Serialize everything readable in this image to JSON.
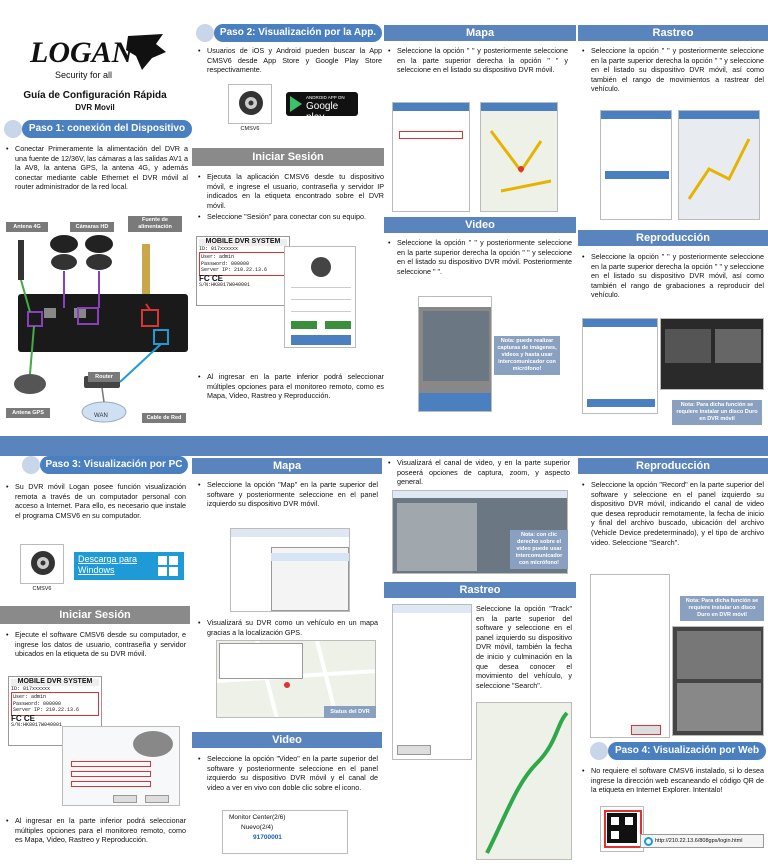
{
  "brand": {
    "logo_text": "LOGAN",
    "tagline": "Security for all",
    "title": "Guía de Configuración Rápida",
    "subtitle": "DVR Movil"
  },
  "step1": {
    "title": "Paso 1: conexión del Dispositivo",
    "text": "Conectar Primeramente la alimentación del DVR a una fuente de 12/36V, las cámaras a las salidas AV1 a la AV8, la antena GPS, la antena 4G, y además conectar mediante cable Ethernet el DVR móvil al router administrador de la red local.",
    "labels": {
      "antena4g": "Antena 4G",
      "camaras": "Cámaras HD",
      "fuente": "Fuente de alimentación",
      "router": "Router",
      "antena_gps": "Antena GPS",
      "wan": "WAN",
      "cable": "Cable de Red"
    }
  },
  "step2": {
    "title": "Paso 2: Visualización por la App.",
    "text": "Usuarios de iOS y Android pueden buscar la App CMSV6 desde App Store y Google Play Store respectivamente.",
    "app_label": "CMSV6",
    "play_small": "ANDROID APP ON",
    "play_big": "Google play"
  },
  "login_app": {
    "title": "Iniciar Sesión",
    "items": [
      "Ejecuta la aplicación CMSV6 desde tu dispositivo móvil, e ingrese el usuario, contraseña y servidor IP indicados en la etiqueta encontrado sobre el DVR móvil.",
      "Seleccione \"Sesión\" para conectar con su equipo."
    ],
    "after": "Al ingresar en la parte inferior podrá seleccionar múltiples opciones para el monitoreo remoto, como es Mapa, Video, Rastreo y Reproducción."
  },
  "sticker": {
    "title": "MOBILE DVR SYSTEM",
    "id": "ID: 017xxxxxx",
    "user": "User: admin",
    "pass": "Password: 000000",
    "server": "Server IP: 210.22.13.6",
    "sn": "S/N:HK8017W040001"
  },
  "mapa_app": {
    "title": "Mapa",
    "text": "Seleccione la opción \" \" y posteriormente seleccione en la parte superior derecha la opción \" \" y seleccione en el listado su dispositivo DVR móvil."
  },
  "rastreo_app": {
    "title": "Rastreo",
    "text": "Seleccione la opción \" \" y posteriormente seleccione en la parte superior derecha la opción \" \" y seleccione en el listado su dispositivo DVR móvil, así como también el rango de movimientos a rastrear del vehículo."
  },
  "video_app": {
    "title": "Video",
    "text": "Seleccione la opción \" \" y posteriormente seleccione en la parte superior derecha la opción \" \" y seleccione en el listado su dispositivo DVR móvil. Posteriormente seleccione \" \".",
    "note": "Nota: puede realizar capturas de imágenes, videos y hasta usar intercomunicador con micrófono!"
  },
  "repro_app": {
    "title": "Reproducción",
    "text": "Seleccione la opción \" \" y posteriormente seleccione en la parte superior derecha la opción \" \" y seleccione en el listado su dispositivo DVR móvil, así como también el rango de grabaciones a reproducir del vehículo.",
    "note": "Nota: Para dicha función se requiere instalar un disco Duro en DVR móvil"
  },
  "step3": {
    "title": "Paso 3: Visualización por PC",
    "text": "Su DVR móvil Logan posee función visualización remota a través de un computador personal con acceso a Internet. Para ello, es necesario que instale el programa CMSV6 en su computador.",
    "download": "Descarga para Windows",
    "app_label": "CMSV6"
  },
  "login_pc": {
    "title": "Iniciar Sesión",
    "item": "Ejecute el software CMSV6 desde su computador, e ingrese los datos de usuario, contraseña y servidor ubicados en la etiqueta de su DVR móvil.",
    "after": "Al ingresar en la parte inferior podrá seleccionar múltiples opciones para el monitoreo remoto, como es Mapa, Video, Rastreo y Reproducción."
  },
  "mapa_pc": {
    "title": "Mapa",
    "text": "Seleccione la opción \"Map\" en la parte superior del software y posteriormente seleccione en el panel izquierdo su dispositivo DVR móvil.",
    "text2": "Visualizará su DVR como un vehículo en un mapa gracias a la localización GPS.",
    "status": "Status del DVR"
  },
  "video_pc": {
    "title": "Video",
    "text": "Seleccione la opción \"Video\" en la parte superior del software y posteriormente seleccione en el panel izquierdo su dispositivo DVR móvil y el canal de video a ver en vivo con doble clic sobre el icono.",
    "tree": [
      "Monitor Center(2/6)",
      "Nuevo(2/4)",
      "91700001"
    ]
  },
  "canal": {
    "text": "Visualizará el canal de video, y en la parte superior poseerá opciones de captura, zoom, y aspecto general.",
    "note": "Nota: con clic derecho sobre el video puede usar intercomunicador con micrófono!"
  },
  "rastreo_pc": {
    "title": "Rastreo",
    "text": "Seleccione la opción \"Track\" en la parte superior del software y seleccione en el panel izquierdo su dispositivo DVR móvil, también la fecha de inicio y culminación en la que desea conocer el movimiento del vehículo, y seleccione \"Search\"."
  },
  "repro_pc": {
    "title": "Reproducción",
    "text": "Seleccione la opción \"Record\" en la parte superior del software y seleccione en el panel izquierdo su dispositivo DVR móvil, indicando el canal de video que desea reproducir remotamente, la fecha de inicio y final del archivo buscado, ubicación del archivo (Vehicle Device predeterminado), y el tipo de archivo video. Seleccione \"Search\".",
    "note": "Nota: Para dicha función se requiere instalar un disco Duro en DVR móvil"
  },
  "step4": {
    "title": "Paso 4: Visualización por Web",
    "text": "No requiere el software CMSV6 instalado, si lo desea ingrese la dirección web escaneando el código QR de la etiqueta en Internet Explorer. Intentalo!",
    "url": "http://210.22.13.6/808gps/login.html"
  },
  "colors": {
    "accent": "#5a84bd",
    "pill": "#4a7fc0",
    "gray": "#8a8a8a",
    "note": "#8aa0c0"
  }
}
